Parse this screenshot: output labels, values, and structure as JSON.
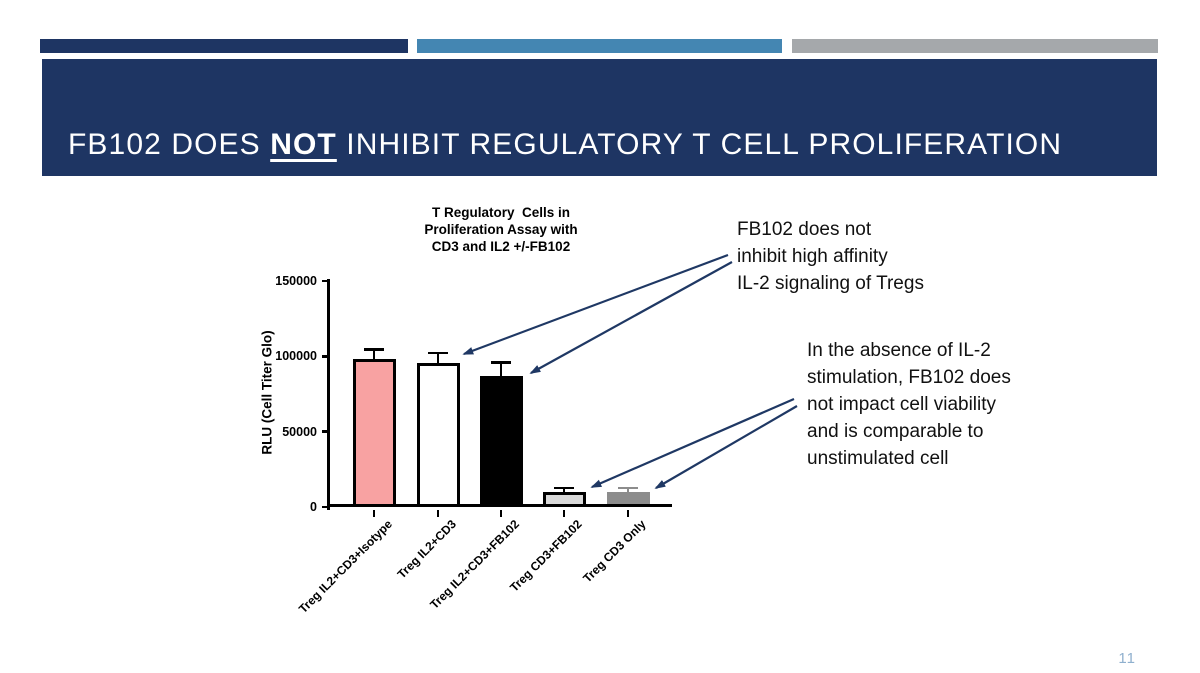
{
  "slide": {
    "page_number": "11"
  },
  "header": {
    "title_prefix": "FB102 DOES ",
    "title_emphasis": "NOT",
    "title_suffix": " INHIBIT REGULATORY T CELL PROLIFERATION"
  },
  "annotations": [
    {
      "text": "FB102 does not\ninhibit high affinity\nIL-2 signaling of Tregs"
    },
    {
      "text": "In the absence of IL-2\nstimulation, FB102 does\nnot impact cell viability\nand is comparable to\nunstimulated cell"
    }
  ],
  "chart_data": {
    "type": "bar",
    "title": "T Regulatory  Cells in\nProliferation Assay with\nCD3 and IL2 +/-FB102",
    "ylabel": "RLU (Cell Titer Glo)",
    "ylim": [
      0,
      150000
    ],
    "yticks": [
      0,
      50000,
      100000,
      150000
    ],
    "grid": false,
    "legend": false,
    "categories": [
      "Treg IL2+CD3+Isotype",
      "Treg IL2+CD3",
      "Treg IL2+CD3+FB102",
      "Treg CD3+FB102",
      "Treg CD3 Only"
    ],
    "values": [
      98500,
      95500,
      87000,
      9800,
      10200
    ],
    "errors_plus": [
      6000,
      6500,
      8700,
      2800,
      2400
    ],
    "bar_colors": [
      "#F8A2A2",
      "#FFFFFF",
      "#000000",
      "#D9D9D9",
      "#8C8C8C"
    ],
    "bar_border_colors": [
      "#000000",
      "#000000",
      "#000000",
      "#000000",
      "#8C8C8C"
    ],
    "error_bar_colors": [
      "#000000",
      "#000000",
      "#000000",
      "#000000",
      "#8C8C8C"
    ]
  },
  "colors": {
    "accent_navy": "#1E3563",
    "accent_blue": "#4486B2",
    "accent_gray": "#A5A8AB",
    "banner_background": "#1E3563",
    "banner_text": "#FFFFFF",
    "arrow": "#1F3864",
    "page_number": "#8FB0CE"
  }
}
